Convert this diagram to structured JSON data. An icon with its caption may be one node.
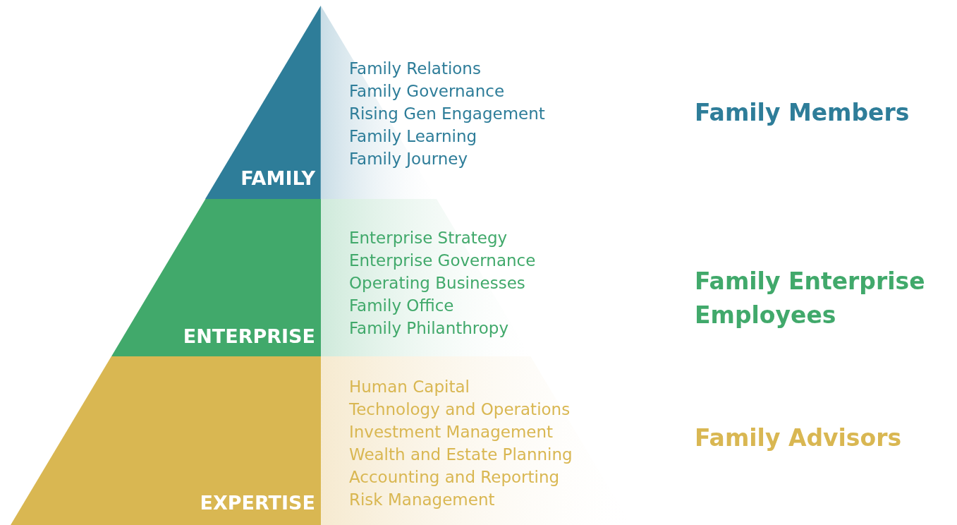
{
  "diagram": {
    "nodes": [
      {
        "text": [
          "FAMILY",
          "Family Relations",
          "Family Governance",
          "Rising Gen Engagement",
          "Family Learning",
          "Family Journey"
        ]
      },
      {
        "text": [
          "ENTERPRISE",
          "Enterprise Strategy",
          "Enterprise Governance",
          "Operating Businesses",
          "Family Office",
          "Family Philanthropy"
        ]
      },
      {
        "text": [
          "EXPERTISE",
          "Human Capital",
          "Technology and Operations",
          "Investment Management",
          "Wealth and Estate Planning",
          "Accounting and Reporting",
          "Risk Management"
        ]
      }
    ],
    "edges": [],
    "labels": [
      "Family Members",
      "Family Enterprise Employees",
      "Family Advisors"
    ]
  }
}
